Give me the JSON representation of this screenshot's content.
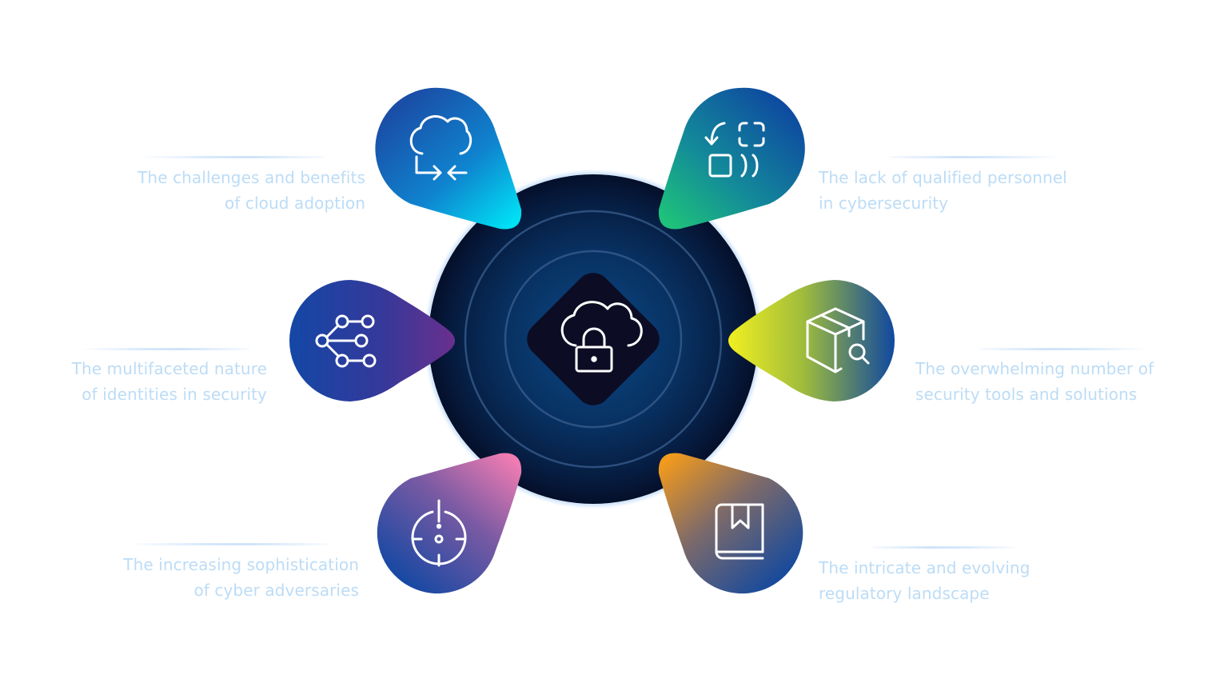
{
  "diagram": {
    "center": {
      "icon": "cloud-lock-icon"
    },
    "items": [
      {
        "id": "cloud",
        "icon": "cloud-sync-icon",
        "lines": [
          "The challenges and benefits",
          "of cloud adoption"
        ]
      },
      {
        "id": "personnel",
        "icon": "resize-frame-icon",
        "lines": [
          "The lack of qualified personnel",
          "in cybersecurity"
        ]
      },
      {
        "id": "identities",
        "icon": "network-nodes-icon",
        "lines": [
          "The multifaceted nature",
          "of identities in security"
        ]
      },
      {
        "id": "tools",
        "icon": "package-search-icon",
        "lines": [
          "The overwhelming number of",
          "security tools and solutions"
        ]
      },
      {
        "id": "adversaries",
        "icon": "compass-alert-icon",
        "lines": [
          "The increasing sophistication",
          "of cyber adversaries"
        ]
      },
      {
        "id": "regulatory",
        "icon": "bookmark-book-icon",
        "lines": [
          "The intricate and evolving",
          "regulatory landscape"
        ]
      }
    ],
    "colors": {
      "label_text": "#bcdcf6",
      "core_dark": "#071633",
      "core_mid": "#0b3a72",
      "diamond": "#0c0d24",
      "icon_stroke": "#ffffff"
    }
  }
}
